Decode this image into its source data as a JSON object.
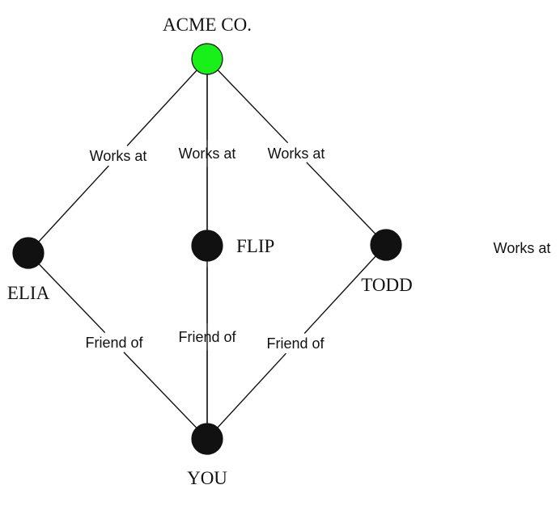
{
  "diagram": {
    "type": "graph",
    "colors": {
      "company_node": "#19f019",
      "person_node": "#111111",
      "edge": "#111111"
    },
    "nodes": [
      {
        "id": "acme",
        "label": "ACME CO.",
        "kind": "company"
      },
      {
        "id": "elia",
        "label": "ELIA",
        "kind": "person"
      },
      {
        "id": "flip",
        "label": "FLIP",
        "kind": "person"
      },
      {
        "id": "todd",
        "label": "TODD",
        "kind": "person"
      },
      {
        "id": "you",
        "label": "YOU",
        "kind": "person"
      }
    ],
    "edges": [
      {
        "from": "elia",
        "to": "acme",
        "label": "Works at"
      },
      {
        "from": "flip",
        "to": "acme",
        "label": "Works at"
      },
      {
        "from": "todd",
        "to": "acme",
        "label": "Works at"
      },
      {
        "from": "you",
        "to": "acme",
        "label": "Works at"
      },
      {
        "from": "elia",
        "to": "you",
        "label": "Friend of"
      },
      {
        "from": "flip",
        "to": "you",
        "label": "Friend of"
      },
      {
        "from": "todd",
        "to": "you",
        "label": "Friend of"
      }
    ]
  }
}
